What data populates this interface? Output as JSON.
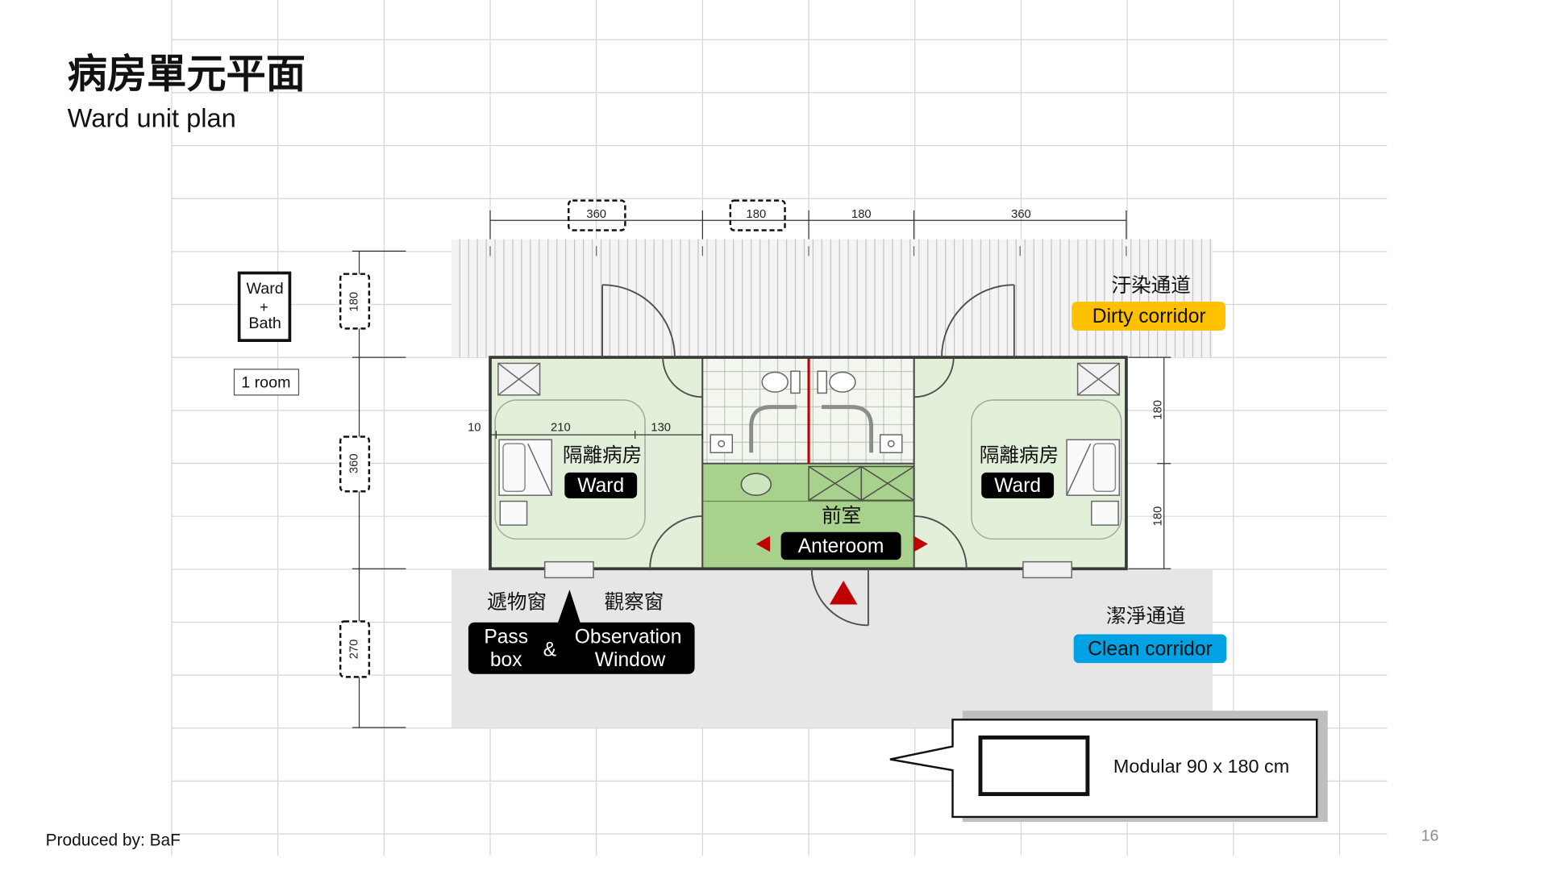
{
  "slide": {
    "title": "病房單元平面",
    "subtitle": "Ward unit plan",
    "credit": "Produced by: BaF",
    "page_number": "16"
  },
  "legend": {
    "unit_box": [
      "Ward",
      "+",
      "Bath"
    ],
    "unit_count": "1 room",
    "module_label": "Modular 90 x 180 cm"
  },
  "dimensions": {
    "top": [
      "360",
      "180",
      "180",
      "360"
    ],
    "left": [
      "180",
      "360",
      "270"
    ],
    "right": [
      "180",
      "180"
    ],
    "ward_interior": [
      "10",
      "210",
      "130"
    ]
  },
  "zones": {
    "dirty_corridor": {
      "zh": "汙染通道",
      "en": "Dirty corridor"
    },
    "ward_left": {
      "zh": "隔離病房",
      "en": "Ward"
    },
    "ward_right": {
      "zh": "隔離病房",
      "en": "Ward"
    },
    "anteroom": {
      "zh": "前室",
      "en": "Anteroom"
    },
    "clean_corridor": {
      "zh": "潔淨通道",
      "en": "Clean corridor"
    }
  },
  "openings": {
    "pass_box": {
      "zh": "遞物窗",
      "en": [
        "Pass",
        "box"
      ]
    },
    "observation_window": {
      "zh": "觀察窗",
      "en": [
        "Observation",
        "Window"
      ]
    },
    "joiner": "&"
  },
  "colors": {
    "dirty_corridor_tag": "#ffc000",
    "clean_corridor_tag": "#00a2e3",
    "label_tag": "#000000",
    "ward_fill": "#e2efd9",
    "anteroom_fill": "#a9d18e",
    "arrow": "#c00000"
  }
}
